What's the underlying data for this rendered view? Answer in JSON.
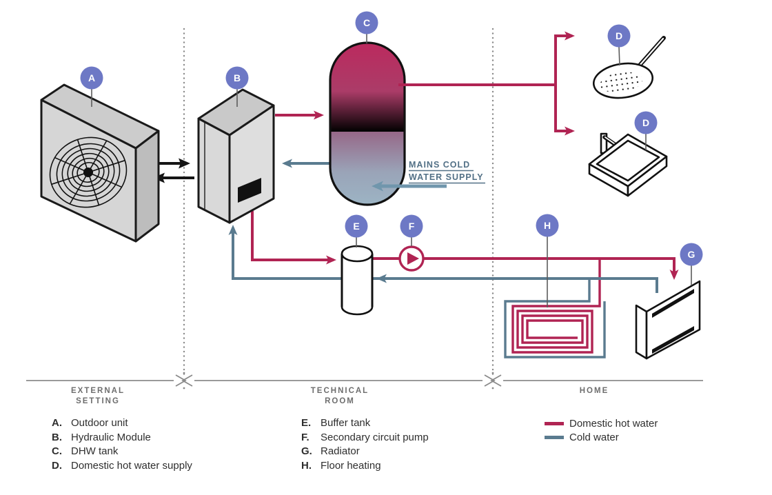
{
  "colors": {
    "hot_water": "#b02453",
    "cold_water": "#5a7b8f",
    "cold_supply": "#7096ac",
    "badge": "#6d78c5",
    "tank_gradient_top": "#bb2a5e",
    "tank_gradient_bottom": "#9cb4c4"
  },
  "badges": {
    "a": "A",
    "b": "B",
    "c": "C",
    "d": "D",
    "e": "E",
    "f": "F",
    "g": "G",
    "h": "H"
  },
  "annotations": {
    "mains_cold_l1": "MAINS COLD",
    "mains_cold_l2": "WATER SUPPLY"
  },
  "sections": {
    "external_l1": "EXTERNAL",
    "external_l2": "SETTING",
    "technical_l1": "TECHNICAL",
    "technical_l2": "ROOM",
    "home": "HOME"
  },
  "legend": {
    "column1": [
      {
        "key": "A.",
        "label": "Outdoor unit"
      },
      {
        "key": "B.",
        "label": "Hydraulic Module"
      },
      {
        "key": "C.",
        "label": "DHW tank"
      },
      {
        "key": "D.",
        "label": "Domestic hot water supply"
      }
    ],
    "column2": [
      {
        "key": "E.",
        "label": "Buffer tank"
      },
      {
        "key": "F.",
        "label": "Secondary circuit pump"
      },
      {
        "key": "G.",
        "label": "Radiator"
      },
      {
        "key": "H.",
        "label": "Floor heating"
      }
    ],
    "lines": [
      {
        "label": "Domestic hot water"
      },
      {
        "label": "Cold water"
      }
    ]
  }
}
